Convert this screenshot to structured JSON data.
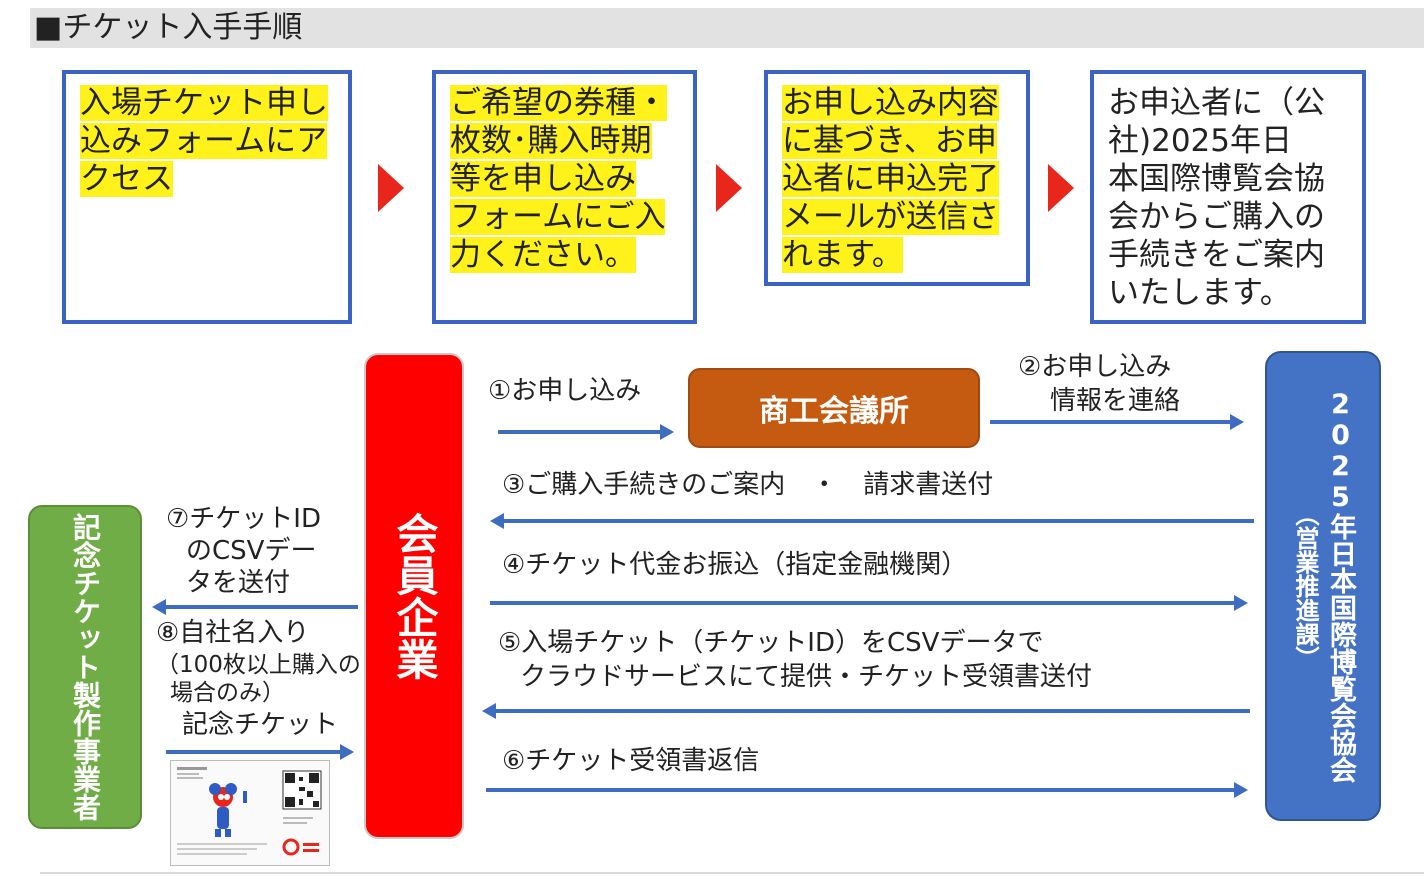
{
  "title": "■チケット入手手順",
  "steps": [
    {
      "lines": [
        "入場チケット申し",
        "込みフォームにア",
        "クセス"
      ],
      "highlight": true
    },
    {
      "lines": [
        "ご希望の券種・",
        "枚数･購入時期",
        "等を申し込み",
        "フォームにご入",
        "力ください。"
      ],
      "highlight": true
    },
    {
      "lines": [
        "お申し込み内容",
        "に基づき、お申",
        "込者に申込完了",
        "メールが送信さ",
        "れます。"
      ],
      "highlight": true
    },
    {
      "lines": [
        "お申込者に（公",
        "社)2025年日",
        "本国際博覧会協",
        "会からご購入の",
        "手続きをご案内",
        "いたします。"
      ],
      "highlight": false
    }
  ],
  "nodes": {
    "member": "会員企業",
    "chamber": "商工会議所",
    "expo": "2025年日本国際博覧会協会",
    "expo_dept": "（営業推進課）",
    "maker": "記念チケット製作事業者"
  },
  "flows": {
    "f1": "①お申し込み",
    "f2": [
      "②お申し込み",
      "情報を連絡"
    ],
    "f3": "③ご購入手続きのご案内　・　請求書送付",
    "f4": "④チケット代金お振込（指定金融機関）",
    "f5": [
      "⑤入場チケット（チケットID）をCSVデータで",
      "クラウドサービスにて提供・チケット受領書送付"
    ],
    "f6": "⑥チケット受領書返信",
    "f7": [
      "⑦チケットID",
      "のCSVデー",
      "タを送付"
    ],
    "f8": [
      "⑧自社名入り",
      "（100枚以上購入の",
      "場合のみ）",
      "記念チケット"
    ]
  },
  "colors": {
    "step_border": "#3b63c4",
    "highlight": "#fff21a",
    "triangle": "#e8261c",
    "member": "#ff0000",
    "chamber": "#c55a11",
    "expo": "#4472c4",
    "maker": "#70ad47",
    "arrow": "#3d6cc0"
  }
}
